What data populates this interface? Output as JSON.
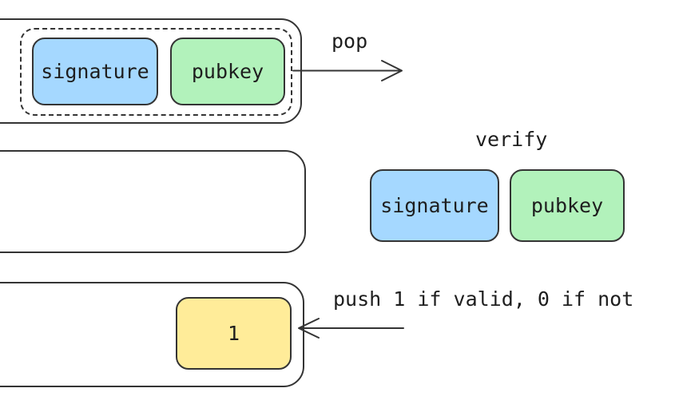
{
  "diagram": {
    "description": "stack signature verification flow",
    "stack_top": {
      "signature_label": "signature",
      "pubkey_label": "pubkey"
    },
    "pop_arrow": {
      "label": "pop"
    },
    "verify_group": {
      "label": "verify",
      "signature_label": "signature",
      "pubkey_label": "pubkey"
    },
    "result": {
      "value": "1"
    },
    "push_arrow": {
      "label": "push 1 if valid, 0 if not"
    },
    "colors": {
      "signature_fill": "#a5d8ff",
      "pubkey_fill": "#b2f2bb",
      "result_fill": "#ffec99",
      "stack_fill": "#ffffff",
      "stroke": "#343434",
      "text": "#1e1e1e"
    }
  }
}
